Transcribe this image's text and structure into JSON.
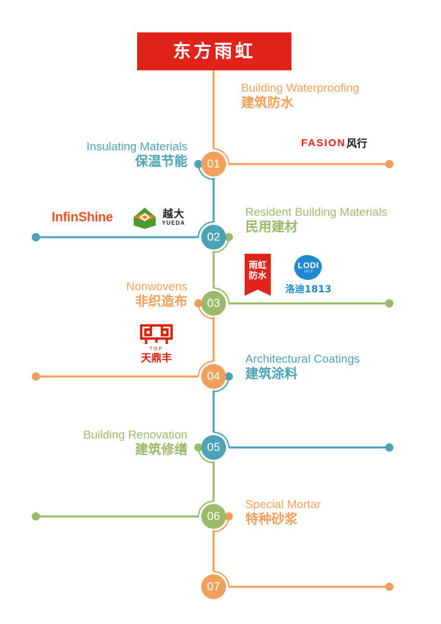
{
  "banner": {
    "title": "东方雨虹"
  },
  "colors": {
    "orange": "#F0A05A",
    "teal": "#4BA3B5",
    "green": "#9BBB6A",
    "red": "#E2231A",
    "white": "#FFFFFF"
  },
  "nodes": [
    {
      "num": "01",
      "color": "#F0A05A"
    },
    {
      "num": "02",
      "color": "#4BA3B5"
    },
    {
      "num": "03",
      "color": "#9BBB6A"
    },
    {
      "num": "04",
      "color": "#F0A05A"
    },
    {
      "num": "05",
      "color": "#4BA3B5"
    },
    {
      "num": "06",
      "color": "#9BBB6A"
    },
    {
      "num": "07",
      "color": "#F0A05A"
    }
  ],
  "items": [
    {
      "id": "building-waterproofing",
      "en": "Building Waterproofing",
      "cn": "建筑防水",
      "color": "#F0A05A",
      "side": "right",
      "node": "01"
    },
    {
      "id": "insulating-materials",
      "en": "Insulating Materials",
      "cn": "保温节能",
      "color": "#4BA3B5",
      "side": "left",
      "node": "01"
    },
    {
      "id": "resident-building-materials",
      "en": "Resident Building Materials",
      "cn": "民用建材",
      "color": "#9BBB6A",
      "side": "right",
      "node": "02"
    },
    {
      "id": "nonwovens",
      "en": "Nonwovens",
      "cn": "非织造布",
      "color": "#F0A05A",
      "side": "left",
      "node": "03"
    },
    {
      "id": "architectural-coatings",
      "en": "Architectural Coatings",
      "cn": "建筑涂料",
      "color": "#4BA3B5",
      "side": "right",
      "node": "04"
    },
    {
      "id": "building-renovation",
      "en": "Building Renovation",
      "cn": "建筑修缮",
      "color": "#9BBB6A",
      "side": "left",
      "node": "05"
    },
    {
      "id": "special-mortar",
      "en": "Special Mortar",
      "cn": "特种砂浆",
      "color": "#F0A05A",
      "side": "right",
      "node": "06"
    }
  ],
  "logos": {
    "fasion": {
      "latin": "FASION",
      "cn": "风行"
    },
    "infinshine": {
      "name": "InfinShine"
    },
    "yueda": {
      "cn": "越大",
      "en": "YUEDA"
    },
    "yuhong": {
      "line1": "雨虹",
      "line2": "防水"
    },
    "lodi": {
      "latin": "LODI",
      "sub": "1813",
      "cn": "洛迪1813"
    },
    "tiandingfeng": {
      "glyph": "鼎",
      "top": "TOP",
      "cn": "天鼎丰"
    }
  }
}
